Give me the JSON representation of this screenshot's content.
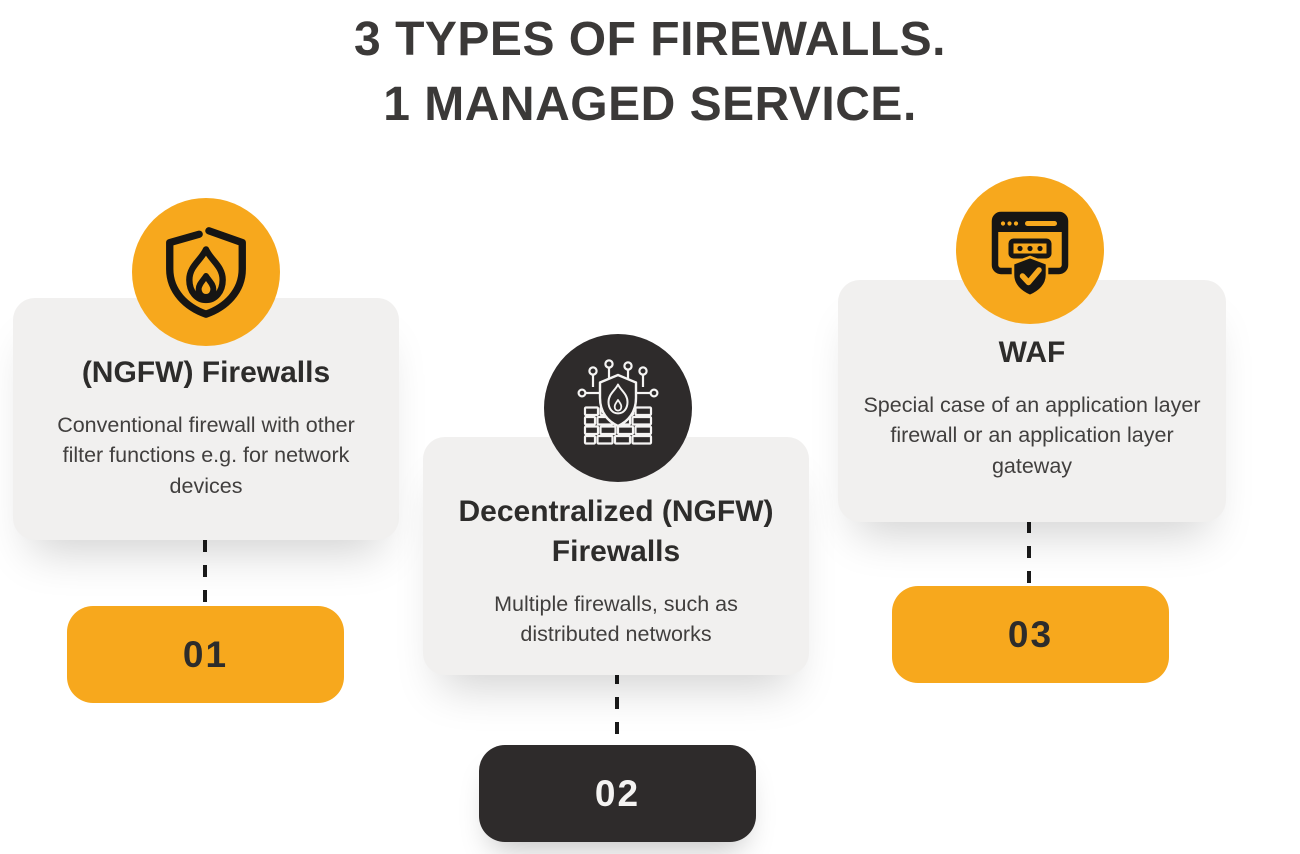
{
  "title": {
    "line1": "3 TYPES OF FIREWALLS.",
    "line2": "1 MANAGED SERVICE."
  },
  "colors": {
    "accent_yellow": "#F7A81D",
    "dark": "#2E2B2B",
    "card_bg": "#F1F0EF",
    "title_color": "#3B3938",
    "heading_color": "#2D2C2B",
    "body_color": "#413F3E",
    "connector": "#1A1A1A",
    "icon_black": "#161514",
    "icon_white": "#F5F4F3"
  },
  "cards": [
    {
      "variant": "yellow",
      "icon": "shield-flame-icon",
      "title": "(NGFW) Firewalls",
      "description": "Conventional firewall with other filter functions e.g. for network devices",
      "badge": {
        "label": "01"
      }
    },
    {
      "variant": "dark",
      "icon": "firewall-brick-network-icon",
      "title": "Decentralized (NGFW) Firewalls",
      "description": "Multiple firewalls, such as distributed networks",
      "badge": {
        "label": "02"
      }
    },
    {
      "variant": "yellow",
      "icon": "browser-shield-check-icon",
      "title": "WAF",
      "description": "Special case of an application layer firewall or an application layer gateway",
      "badge": {
        "label": "03"
      }
    }
  ]
}
